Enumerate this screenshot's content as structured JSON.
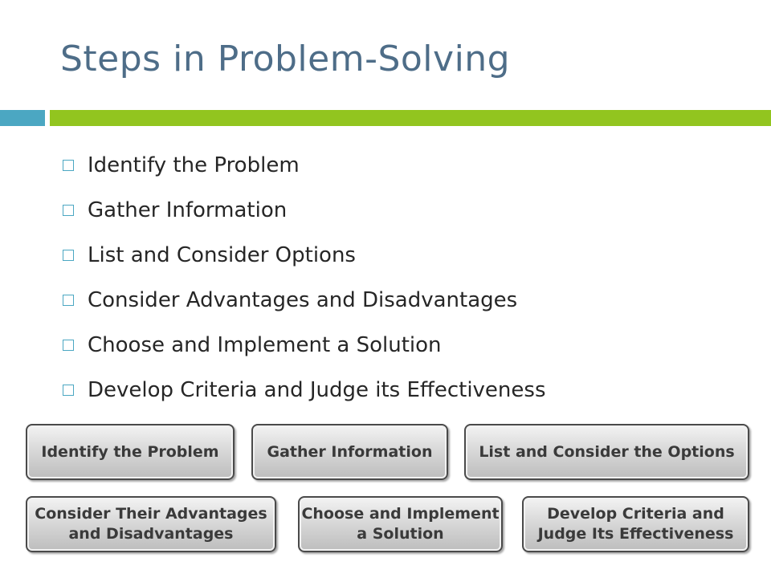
{
  "slide": {
    "title": "Steps in Problem-Solving",
    "bullets": [
      "Identify the Problem",
      "Gather Information",
      "List and Consider Options",
      "Consider Advantages and Disadvantages",
      "Choose and Implement a Solution",
      "Develop Criteria and Judge its Effectiveness"
    ]
  },
  "figure": {
    "boxes": [
      {
        "lines": [
          "Identify the Problem"
        ]
      },
      {
        "lines": [
          "Gather Information"
        ]
      },
      {
        "lines": [
          "List and Consider the Options"
        ]
      },
      {
        "lines": [
          "Consider Their Advantages",
          "and Disadvantages"
        ]
      },
      {
        "lines": [
          "Choose and Implement",
          "a Solution"
        ]
      },
      {
        "lines": [
          "Develop Criteria and",
          "Judge Its Effectiveness"
        ]
      }
    ]
  },
  "colors": {
    "title": "#4e6d88",
    "accent_blue": "#4ba7c2",
    "accent_green": "#92c51f"
  }
}
